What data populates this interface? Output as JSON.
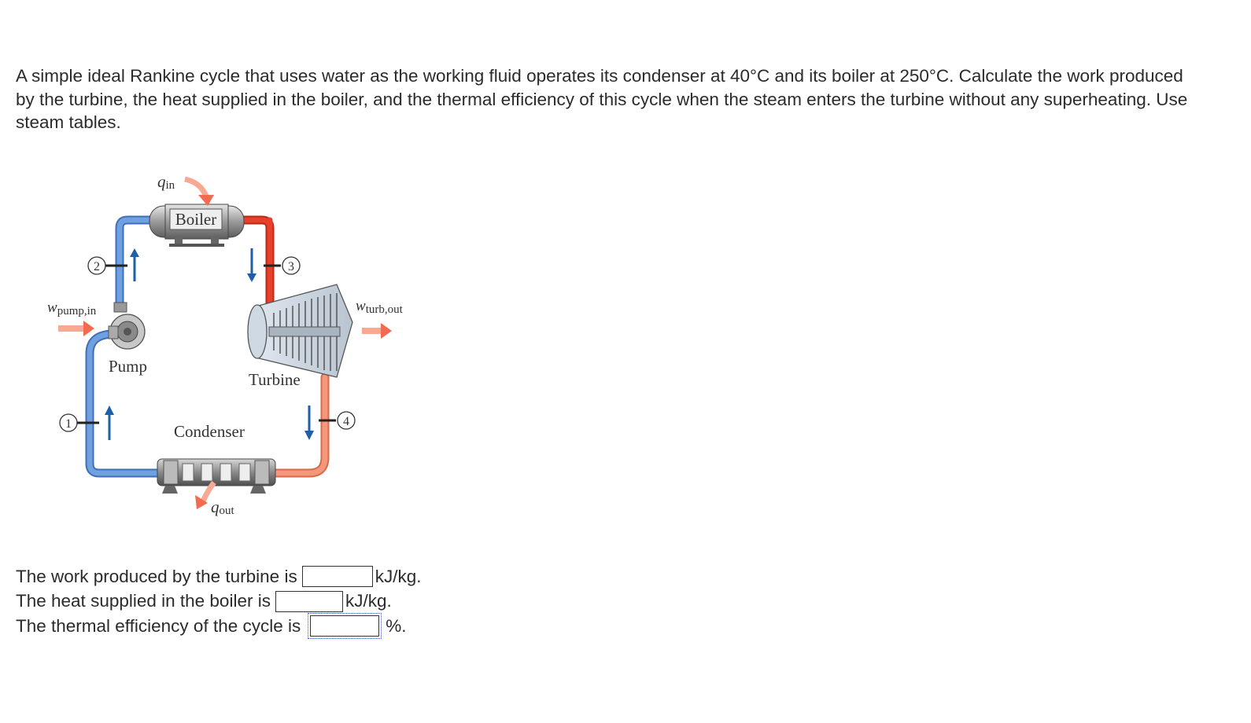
{
  "problem_text": "A simple ideal Rankine cycle that uses water as the working fluid operates its condenser at 40°C and its boiler at 250°C. Calculate the work produced by the turbine, the heat supplied in the boiler, and the thermal efficiency of this cycle when the steam enters the turbine without any superheating. Use steam tables.",
  "diagram": {
    "labels": {
      "boiler": "Boiler",
      "pump": "Pump",
      "turbine": "Turbine",
      "condenser": "Condenser",
      "q_in_symbol": "q",
      "q_in_sub": "in",
      "q_out_symbol": "q",
      "q_out_sub": "out",
      "w_pump_symbol": "w",
      "w_pump_sub": "pump,in",
      "w_turb_symbol": "w",
      "w_turb_sub": "turb,out"
    },
    "states": [
      "1",
      "2",
      "3",
      "4"
    ],
    "colors": {
      "cold_pipe": "#5b8fd6",
      "hot_pipe": "#e8402a",
      "warm_pipe": "#f2896a",
      "arrow_blue": "#1d5fa8",
      "energy_arrow": "#f26a4f"
    }
  },
  "questions": [
    {
      "prefix": "The work produced by the turbine is",
      "value": "",
      "unit": "kJ/kg."
    },
    {
      "prefix": "The heat supplied in the boiler is",
      "value": "",
      "unit": "kJ/kg."
    },
    {
      "prefix": "The thermal efficiency of the cycle is",
      "value": "",
      "unit": "%."
    }
  ]
}
